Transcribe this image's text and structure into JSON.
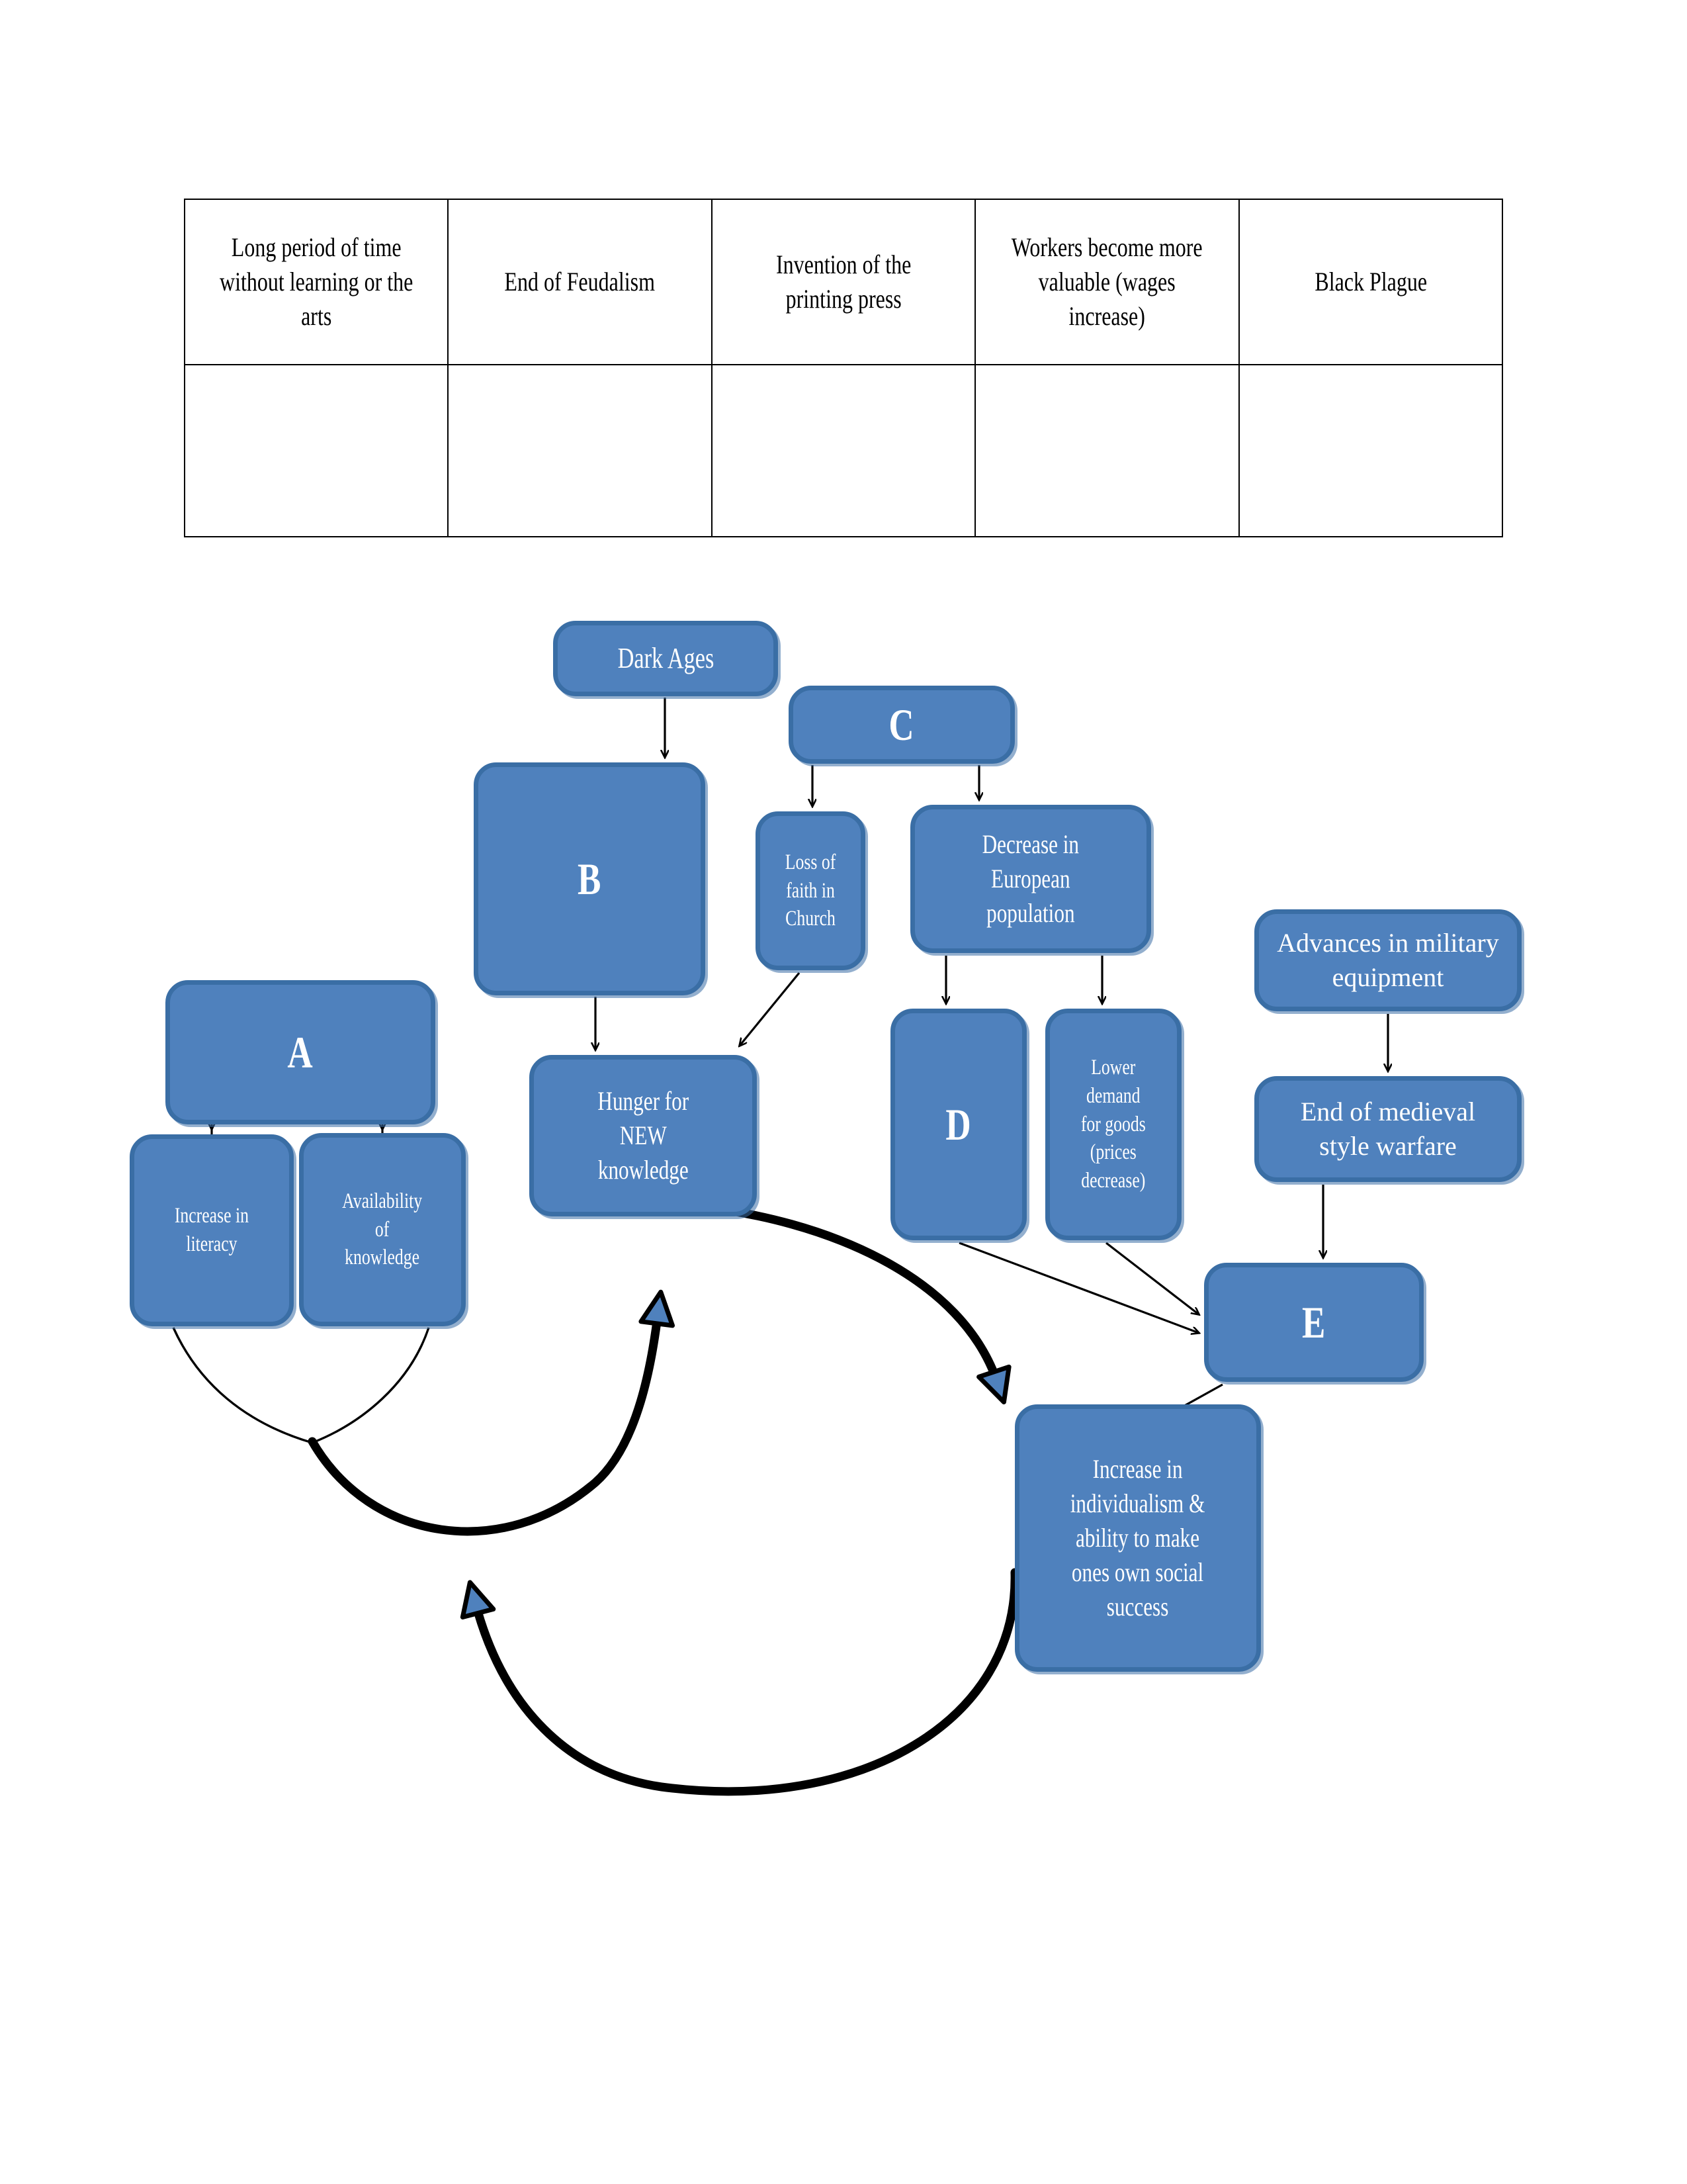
{
  "page": {
    "background_color": "#ffffff",
    "node_fill_color": "#4f81bd",
    "node_border_color": "#3a6ea5",
    "node_text_color": "#ffffff",
    "arrow_color": "#000000",
    "table_border_color": "#000000"
  },
  "word_bank": {
    "columns": 5,
    "rows": 2,
    "terms": [
      "Long period of time without learning or the arts",
      "End of Feudalism",
      "Invention of the printing press",
      "Workers become more valuable (wages increase)",
      "Black Plague"
    ],
    "answers": [
      "",
      "",
      "",
      "",
      ""
    ]
  },
  "diagram": {
    "type": "cause-and-effect-flowchart",
    "nodes": [
      {
        "id": "dark-ages",
        "label": "Dark Ages",
        "kind": "term"
      },
      {
        "id": "b",
        "label": "B",
        "kind": "blank"
      },
      {
        "id": "c",
        "label": "C",
        "kind": "blank"
      },
      {
        "id": "loss-faith",
        "label": "Loss of\nfaith in\nChurch",
        "kind": "term"
      },
      {
        "id": "decrease-pop",
        "label": "Decrease in\nEuropean\npopulation",
        "kind": "term"
      },
      {
        "id": "hunger",
        "label": "Hunger for\nNEW\nknowledge",
        "kind": "term"
      },
      {
        "id": "a",
        "label": "A",
        "kind": "blank"
      },
      {
        "id": "literacy",
        "label": "Increase in\nliteracy",
        "kind": "term"
      },
      {
        "id": "availability",
        "label": "Availability\nof\nknowledge",
        "kind": "term"
      },
      {
        "id": "d",
        "label": "D",
        "kind": "blank"
      },
      {
        "id": "lower-demand",
        "label": "Lower\ndemand\nfor goods\n(prices\ndecrease)",
        "kind": "term"
      },
      {
        "id": "military",
        "label": "Advances in military\nequipment",
        "kind": "term"
      },
      {
        "id": "warfare",
        "label": "End of medieval\nstyle warfare",
        "kind": "term"
      },
      {
        "id": "e",
        "label": "E",
        "kind": "blank"
      },
      {
        "id": "individual",
        "label": "Increase in\nindividualism &\nability to make\nones own social\nsuccess",
        "kind": "term"
      }
    ],
    "edges": [
      {
        "from": "dark-ages",
        "to": "b",
        "style": "thin"
      },
      {
        "from": "b",
        "to": "hunger",
        "style": "thin"
      },
      {
        "from": "c",
        "to": "loss-faith",
        "style": "thin"
      },
      {
        "from": "c",
        "to": "decrease-pop",
        "style": "thin"
      },
      {
        "from": "loss-faith",
        "to": "hunger",
        "style": "thin"
      },
      {
        "from": "decrease-pop",
        "to": "d",
        "style": "thin"
      },
      {
        "from": "decrease-pop",
        "to": "lower-demand",
        "style": "thin"
      },
      {
        "from": "a",
        "to": "literacy",
        "style": "thin"
      },
      {
        "from": "a",
        "to": "availability",
        "style": "thin"
      },
      {
        "from": "d",
        "to": "e",
        "style": "thin"
      },
      {
        "from": "lower-demand",
        "to": "e",
        "style": "thin"
      },
      {
        "from": "military",
        "to": "warfare",
        "style": "thin"
      },
      {
        "from": "warfare",
        "to": "e",
        "style": "thin"
      },
      {
        "from": "e",
        "to": "individual",
        "style": "thin"
      },
      {
        "from": "literacy",
        "to": "hunger",
        "style": "thick-curved"
      },
      {
        "from": "availability",
        "to": "hunger",
        "style": "thick-curved"
      },
      {
        "from": "hunger",
        "to": "individual",
        "style": "thick-curved"
      },
      {
        "from": "individual",
        "to": "literacy",
        "style": "thick-curved"
      }
    ]
  }
}
